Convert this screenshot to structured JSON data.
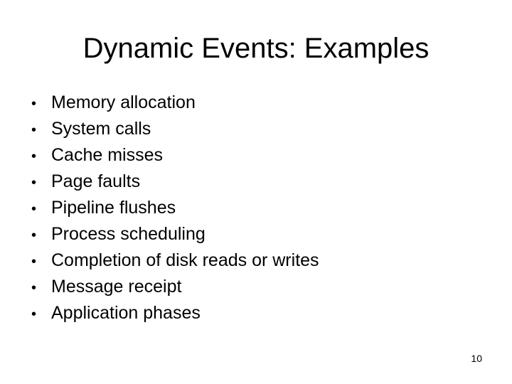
{
  "slide": {
    "title": "Dynamic Events: Examples",
    "bullet_symbol": "•",
    "items": [
      "Memory allocation",
      "System calls",
      "Cache misses",
      "Page faults",
      "Pipeline flushes",
      "Process scheduling",
      "Completion of disk reads or writes",
      "Message receipt",
      "Application phases"
    ],
    "page_number": "10"
  }
}
